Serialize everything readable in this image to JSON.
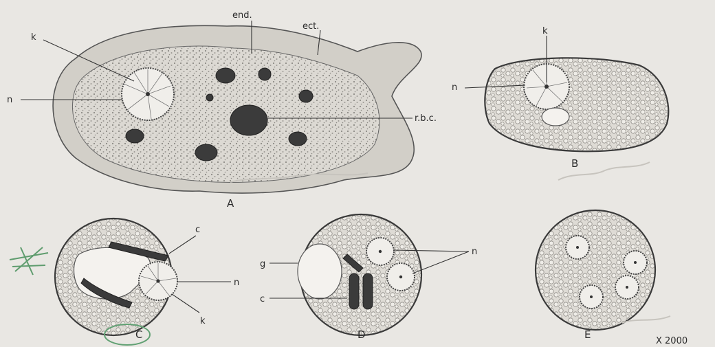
{
  "figure": {
    "label_k": "k",
    "label_n": "n",
    "label_end": "end.",
    "label_ect": "ect.",
    "label_rbc": "r.b.c.",
    "label_c": "c",
    "label_g": "g",
    "caption_a": "A",
    "caption_b": "B",
    "caption_c": "C",
    "caption_d": "D",
    "caption_e": "E",
    "magnification": "X 2000"
  }
}
